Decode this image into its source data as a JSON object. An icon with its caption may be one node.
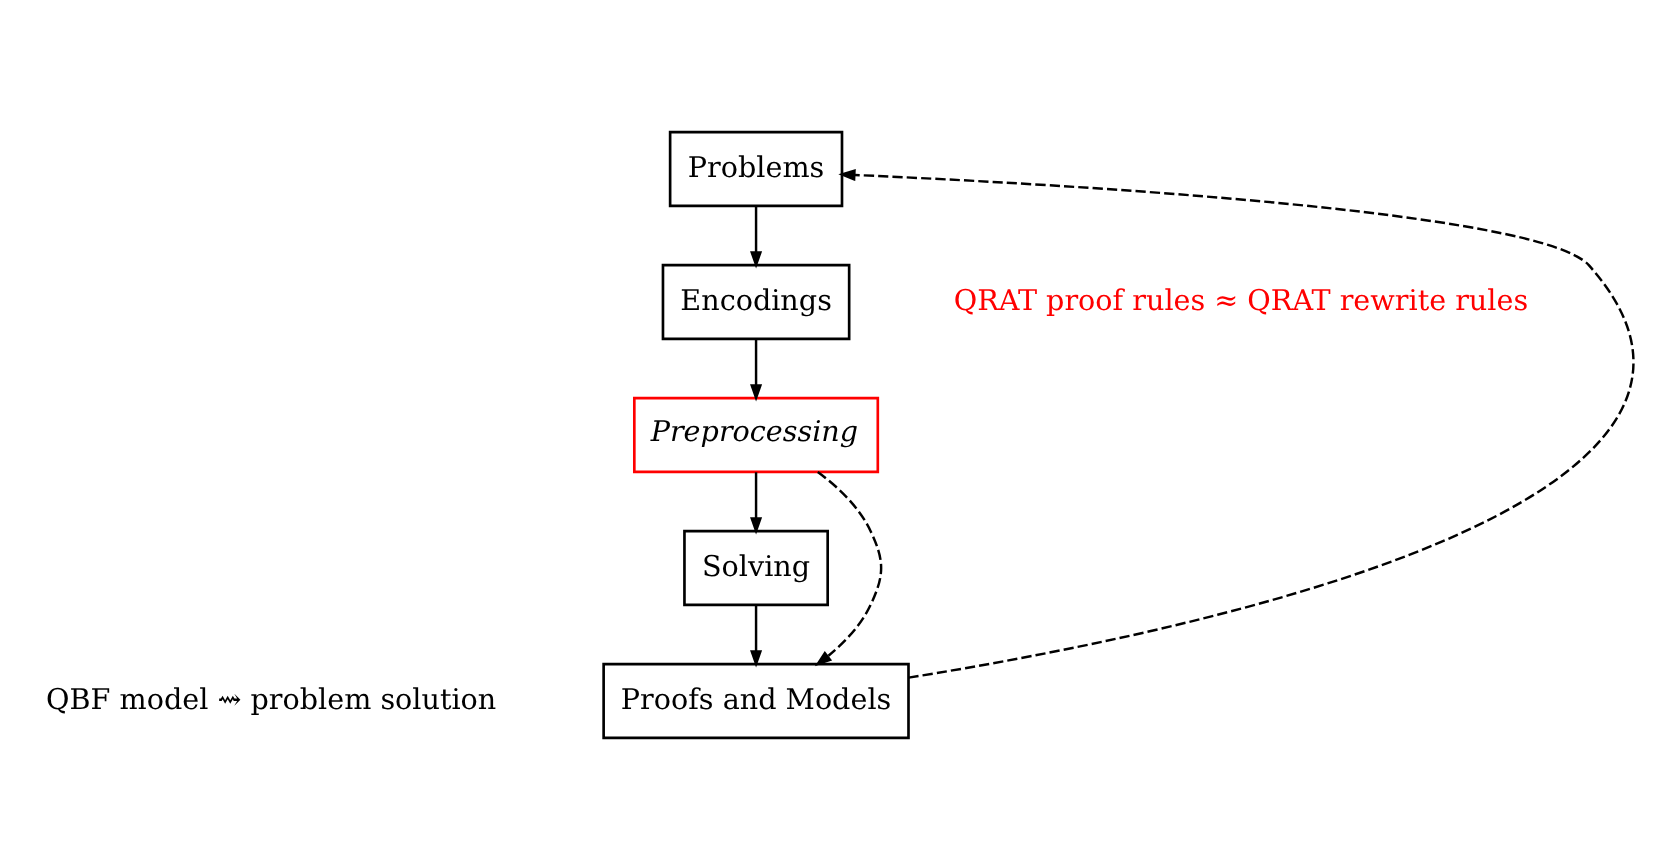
{
  "diagram": {
    "nodes": [
      {
        "text": [
          "Problems"
        ]
      },
      {
        "text": [
          "Encodings"
        ]
      },
      {
        "text": [
          "Preprocessing"
        ]
      },
      {
        "text": [
          "Solving"
        ]
      },
      {
        "text": [
          "Proofs and Models"
        ]
      }
    ],
    "edges": [
      {
        "from": 0,
        "to": 1,
        "arrow": "to"
      },
      {
        "from": 1,
        "to": 2,
        "arrow": "to"
      },
      {
        "from": 2,
        "to": 3,
        "arrow": "to"
      },
      {
        "from": 3,
        "to": 4,
        "arrow": "to"
      },
      {
        "from": 2,
        "to": 4,
        "arrow": "to",
        "style": "dashed"
      },
      {
        "from": 4,
        "to": 0,
        "arrow": "to",
        "style": "dashed"
      }
    ],
    "labels": [
      "QRAT proof rules ≈ QRAT rewrite rules",
      "QBF model ⇝ problem solution"
    ]
  }
}
